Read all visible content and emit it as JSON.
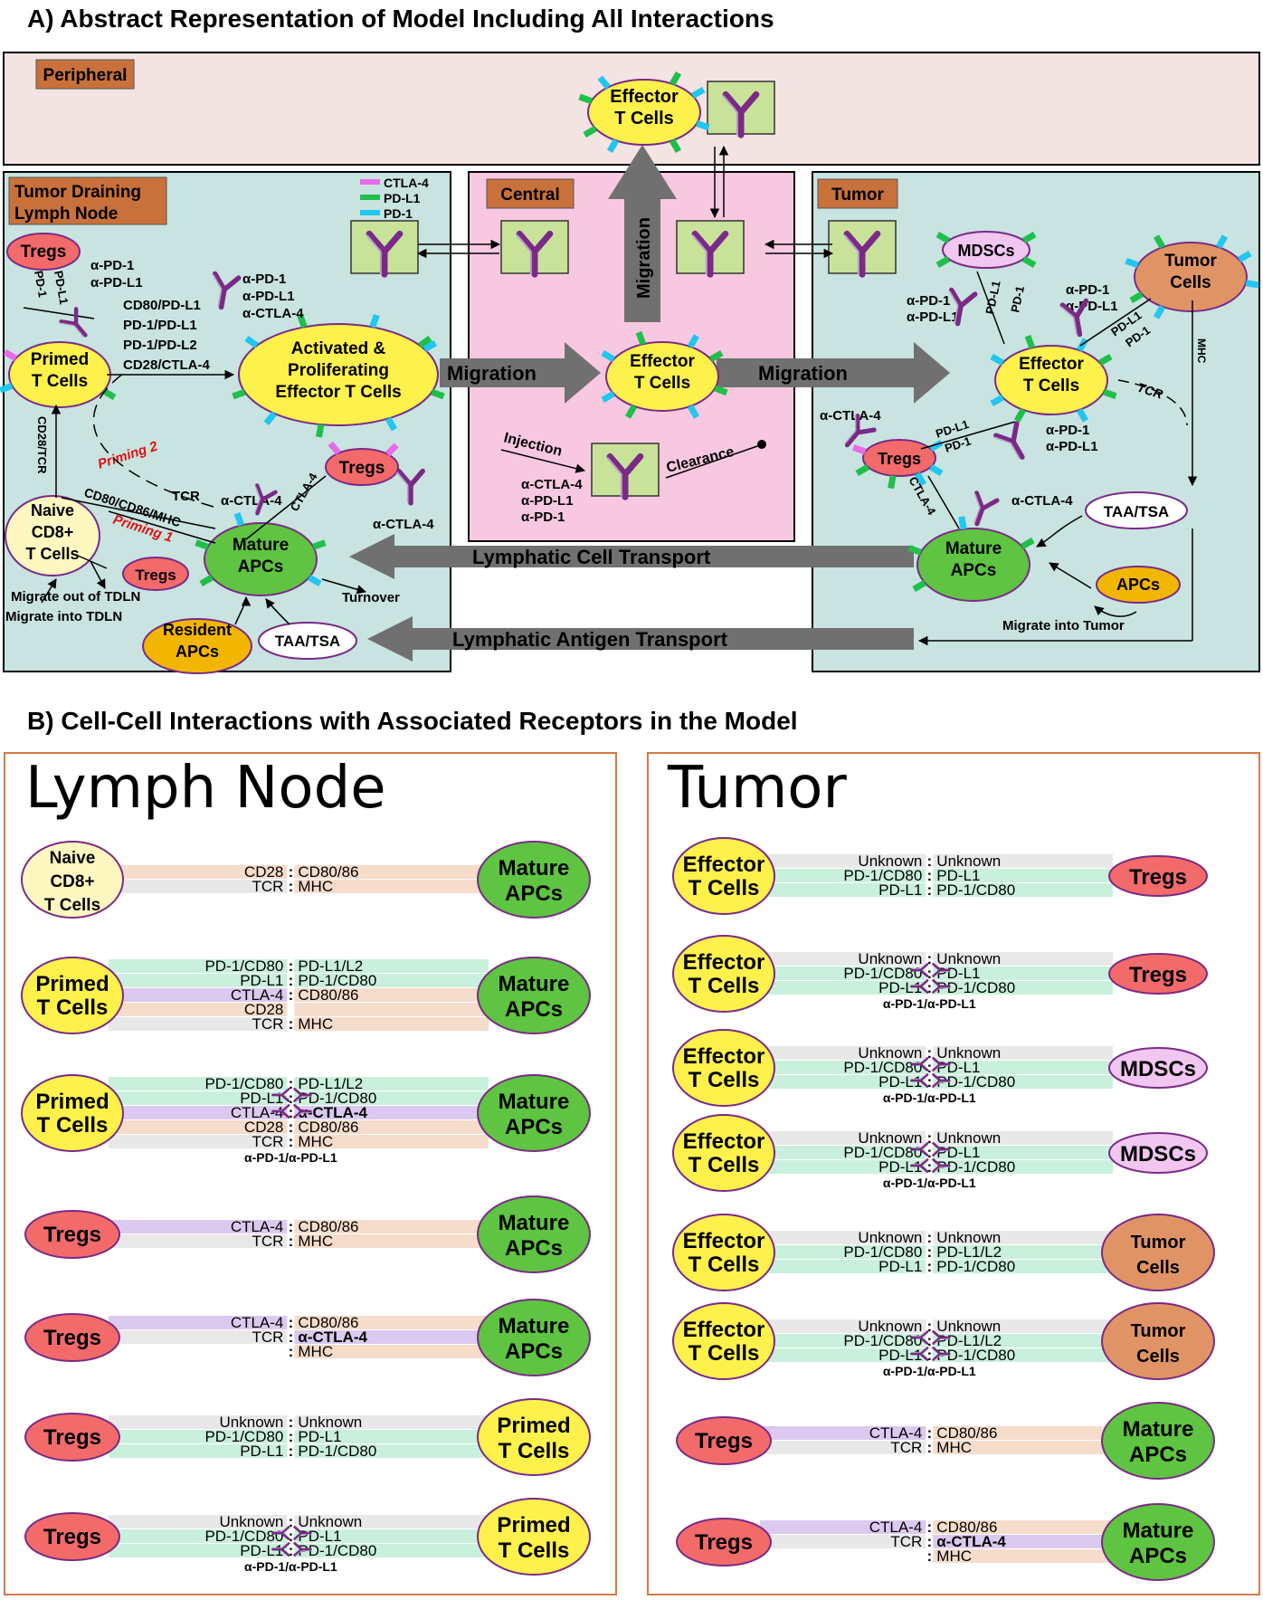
{
  "panel_a": {
    "heading": "A) Abstract Representation of Model Including All Interactions",
    "peripheral": {
      "label": "Peripheral",
      "cell": [
        "Effector",
        "T Cells"
      ]
    },
    "legend": [
      "CTLA-4",
      "PD-L1",
      "PD-1"
    ],
    "colors": {
      "ctla4": "#e96be9",
      "pdl1": "#1fbf4a",
      "pd1": "#22c6f0",
      "antibody": "#7a2a86"
    },
    "tdln": {
      "label": [
        "Tumor Draining",
        "Lymph Node"
      ],
      "tregs": "Tregs",
      "pd_l1_vertical": "PD-L1",
      "pd_1_vertical": "PD-1",
      "ab_left": [
        "α-PD-1",
        "α-PD-L1"
      ],
      "pairs": [
        "CD80/PD-L1",
        "PD-1/PD-L1",
        "PD-1/PD-L2",
        "CD28/CTLA-4"
      ],
      "ab_right": [
        "α-PD-1",
        "α-PD-L1",
        "α-CTLA-4"
      ],
      "primed": [
        "Primed",
        "T Cells"
      ],
      "activated": [
        "Activated &",
        "Proliferating",
        "Effector T Cells"
      ],
      "cd28tcr": "CD28/TCR",
      "priming2": "Priming 2",
      "priming1": "Priming 1",
      "tcr": "TCR",
      "cd80mhc": "CD80/CD86/MHC",
      "naive": [
        "Naive",
        "CD8+",
        "T Cells"
      ],
      "tregs2": "Tregs",
      "tregs3": "Tregs",
      "actla4_a": "α-CTLA-4",
      "ctla4": "CTLA-4",
      "actla4_b": "α-CTLA-4",
      "mature": [
        "Mature",
        "APCs"
      ],
      "turnover": "Turnover",
      "migrate_out": "Migrate out of TDLN",
      "migrate_in": "Migrate into TDLN",
      "resident": [
        "Resident",
        "APCs"
      ],
      "taa": "TAA/TSA"
    },
    "central": {
      "label": "Central",
      "migration_up": "Migration",
      "effector": [
        "Effector",
        "T Cells"
      ],
      "injection": "Injection",
      "clearance": "Clearance",
      "drugs": [
        "α-CTLA-4",
        "α-PD-L1",
        "α-PD-1"
      ]
    },
    "tumor": {
      "label": "Tumor",
      "mdscs": "MDSCs",
      "tumor_cells": [
        "Tumor",
        "Cells"
      ],
      "ab_left": [
        "α-PD-1",
        "α-PD-L1"
      ],
      "pdl1": "PD-L1",
      "pd1": "PD-1",
      "ab_right": [
        "α-PD-1",
        "α-PD-L1"
      ],
      "pdl1b": "PD-L1",
      "pd1b": "PD-1",
      "mhc": "MHC",
      "effector": [
        "Effector",
        "T Cells"
      ],
      "tcr": "TCR",
      "actla4": "α-CTLA-4",
      "tregs": "Tregs",
      "pdl1c": "PD-L1",
      "pd1c": "PD-1",
      "ab_right2": [
        "α-PD-1",
        "α-PD-L1"
      ],
      "ctla4": "CTLA-4",
      "actla4_b": "α-CTLA-4",
      "taa": "TAA/TSA",
      "mature": [
        "Mature",
        "APCs"
      ],
      "apcs": "APCs",
      "migrate": "Migrate into Tumor"
    },
    "arrows": {
      "migration_left": "Migration",
      "migration_right": "Migration",
      "lymphatic_cell": "Lymphatic Cell Transport",
      "lymphatic_antigen": "Lymphatic Antigen Transport"
    }
  },
  "panel_b": {
    "heading": "B) Cell-Cell Interactions with Associated Receptors in the Model",
    "lymph_title": "Lymph Node",
    "tumor_title": "Tumor",
    "antibody_label": "α-PD-1/α-PD-L1",
    "actla4_label": "α-CTLA-4",
    "lymph_rows": [
      {
        "left": [
          "Naive",
          "CD8+",
          "T Cells"
        ],
        "right": [
          "Mature",
          "APCs"
        ],
        "rec_l": [
          "CD28",
          "TCR"
        ],
        "rec_r": [
          "CD80/86",
          "MHC"
        ]
      },
      {
        "left": [
          "Primed",
          "T Cells"
        ],
        "right": [
          "Mature",
          "APCs"
        ],
        "rec_l": [
          "PD-1/CD80",
          "PD-L1",
          "CTLA-4",
          "CD28",
          "TCR"
        ],
        "rec_r": [
          "PD-L1/L2",
          "PD-1/CD80",
          "CD80/86",
          "",
          "MHC"
        ]
      },
      {
        "left": [
          "Primed",
          "T Cells"
        ],
        "right": [
          "Mature",
          "APCs"
        ],
        "rec_l": [
          "PD-1/CD80",
          "PD-L1",
          "CTLA-4",
          "CD28",
          "TCR"
        ],
        "rec_r": [
          "PD-L1/L2",
          "PD-1/CD80",
          "α-CTLA-4",
          "CD80/86",
          "MHC"
        ]
      },
      {
        "left": [
          "Tregs"
        ],
        "right": [
          "Mature",
          "APCs"
        ],
        "rec_l": [
          "CTLA-4",
          "TCR"
        ],
        "rec_r": [
          "CD80/86",
          "MHC"
        ]
      },
      {
        "left": [
          "Tregs"
        ],
        "right": [
          "Mature",
          "APCs"
        ],
        "rec_l": [
          "CTLA-4",
          "TCR"
        ],
        "rec_r": [
          "CD80/86",
          "α-CTLA-4",
          "MHC"
        ]
      },
      {
        "left": [
          "Tregs"
        ],
        "right": [
          "Primed",
          "T Cells"
        ],
        "rec_l": [
          "Unknown",
          "PD-1/CD80",
          "PD-L1"
        ],
        "rec_r": [
          "Unknown",
          "PD-L1",
          "PD-1/CD80"
        ]
      },
      {
        "left": [
          "Tregs"
        ],
        "right": [
          "Primed",
          "T Cells"
        ],
        "rec_l": [
          "Unknown",
          "PD-1/CD80",
          "PD-L1"
        ],
        "rec_r": [
          "Unknown",
          "PD-L1",
          "PD-1/CD80"
        ]
      }
    ],
    "tumor_rows": [
      {
        "left": [
          "Effector",
          "T Cells"
        ],
        "right": [
          "Tregs"
        ],
        "rec_l": [
          "Unknown",
          "PD-1/CD80",
          "PD-L1"
        ],
        "rec_r": [
          "Unknown",
          "PD-L1",
          "PD-1/CD80"
        ]
      },
      {
        "left": [
          "Effector",
          "T Cells"
        ],
        "right": [
          "Tregs"
        ],
        "rec_l": [
          "Unknown",
          "PD-1/CD80",
          "PD-L1"
        ],
        "rec_r": [
          "Unknown",
          "PD-L1",
          "PD-1/CD80"
        ]
      },
      {
        "left": [
          "Effector",
          "T Cells"
        ],
        "right": [
          "MDSCs"
        ],
        "rec_l": [
          "Unknown",
          "PD-1/CD80",
          "PD-L1"
        ],
        "rec_r": [
          "Unknown",
          "PD-L1",
          "PD-1/CD80"
        ]
      },
      {
        "left": [
          "Effector",
          "T Cells"
        ],
        "right": [
          "MDSCs"
        ],
        "rec_l": [
          "Unknown",
          "PD-1/CD80",
          "PD-L1"
        ],
        "rec_r": [
          "Unknown",
          "PD-L1",
          "PD-1/CD80"
        ]
      },
      {
        "left": [
          "Effector",
          "T Cells"
        ],
        "right": [
          "Tumor",
          "Cells"
        ],
        "rec_l": [
          "Unknown",
          "PD-1/CD80",
          "PD-L1"
        ],
        "rec_r": [
          "Unknown",
          "PD-L1/L2",
          "PD-1/CD80"
        ]
      },
      {
        "left": [
          "Effector",
          "T Cells"
        ],
        "right": [
          "Tumor",
          "Cells"
        ],
        "rec_l": [
          "Unknown",
          "PD-1/CD80",
          "PD-L1"
        ],
        "rec_r": [
          "Unknown",
          "PD-L1/L2",
          "PD-1/CD80"
        ]
      },
      {
        "left": [
          "Tregs"
        ],
        "right": [
          "Mature",
          "APCs"
        ],
        "rec_l": [
          "CTLA-4",
          "TCR"
        ],
        "rec_r": [
          "CD80/86",
          "MHC"
        ]
      },
      {
        "left": [
          "Tregs"
        ],
        "right": [
          "Mature",
          "APCs"
        ],
        "rec_l": [
          "CTLA-4",
          "TCR"
        ],
        "rec_r": [
          "CD80/86",
          "α-CTLA-4",
          "MHC"
        ]
      }
    ]
  }
}
